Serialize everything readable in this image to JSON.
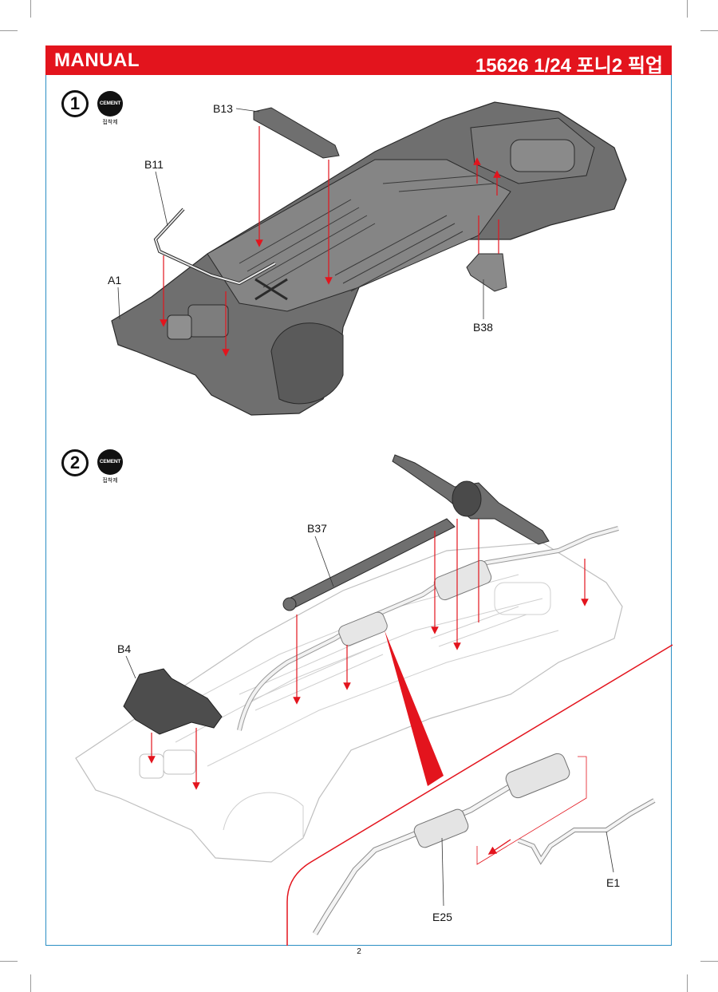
{
  "header": {
    "left": "MANUAL",
    "right": "15626 1/24 포니2 픽업"
  },
  "steps": [
    {
      "number": "1",
      "cement_label": "CEMENT",
      "cement_sub": "접착제"
    },
    {
      "number": "2",
      "cement_label": "CEMENT",
      "cement_sub": "접착제"
    }
  ],
  "step1_labels": {
    "b13": "B13",
    "b11": "B11",
    "a1": "A1",
    "b38": "B38"
  },
  "step2_labels": {
    "b37": "B37",
    "b4": "B4",
    "e25": "E25",
    "e1": "E1"
  },
  "page_number": "2",
  "colors": {
    "accent": "#e3141d",
    "frame": "#2b8fc4",
    "part_dark": "#6f6f6f"
  }
}
